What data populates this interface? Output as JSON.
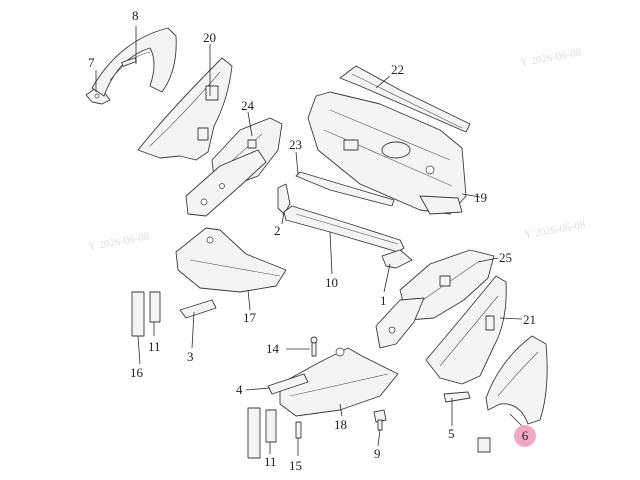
{
  "diagram": {
    "callouts": {
      "c1": "1",
      "c2": "2",
      "c3": "3",
      "c4": "4",
      "c5": "5",
      "c6": "6",
      "c7": "7",
      "c8": "8",
      "c9": "9",
      "c10": "10",
      "c11a": "11",
      "c11b": "11",
      "c14": "14",
      "c15": "15",
      "c16": "16",
      "c17": "17",
      "c18": "18",
      "c19": "19",
      "c20": "20",
      "c21": "21",
      "c22": "22",
      "c23": "23",
      "c24": "24",
      "c25": "25"
    },
    "highlight_color": "#f2a9c4",
    "watermarks": [
      "Y  2026-06-08",
      "Y  2026-06-08",
      "Y  2026-06-08"
    ]
  }
}
